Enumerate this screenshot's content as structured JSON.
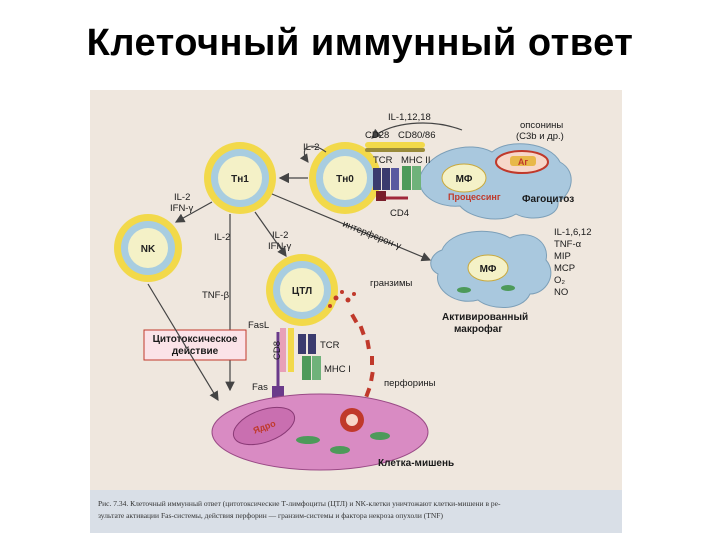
{
  "slide": {
    "title": "Клеточный иммунный ответ"
  },
  "figure": {
    "cells": {
      "th1": "Тн1",
      "th0": "Тн0",
      "nk": "NK",
      "ctl": "ЦТЛ",
      "mf": "МФ",
      "mf_activated": "МФ",
      "nucleus": "Ядро"
    },
    "labels": {
      "il_1_12_18": "IL-1,12,18",
      "opsonins_1": "опсонины",
      "opsonins_2": "(C3b и др.)",
      "ag": "Аг",
      "cd28": "CD28",
      "cd80_86": "CD80/86",
      "il2_top": "IL-2",
      "tcr_top": "TCR",
      "mhc2": "MHC II",
      "processing": "Процессинг",
      "phagocytosis": "Фагоцитоз",
      "cd4": "CD4",
      "il2_ifng_left_1": "IL-2",
      "il2_ifng_left_2": "IFN-γ",
      "il2_mid": "IL-2",
      "il2_ifng_mid_1": "IL-2",
      "il2_ifng_mid_2": "IFN-γ",
      "interferon": "интерферон-γ",
      "cytokines": [
        "IL-1,6,12",
        "TNF-α",
        "MIP",
        "MCP",
        "O₂",
        "NO"
      ],
      "granzymes": "гранзимы",
      "activated_macrophage_1": "Активированный",
      "activated_macrophage_2": "макрофаг",
      "tnf_beta": "TNF-β",
      "fasl": "FasL",
      "cd8": "CD8",
      "tcr_ctl": "TCR",
      "mhc1": "MHC I",
      "fas": "Fas",
      "perforins": "перфорины",
      "cytotoxic_1": "Цитотоксическое",
      "cytotoxic_2": "действие",
      "target_cell": "Клетка-мишень"
    },
    "caption": {
      "line1": "Рис. 7.34. Клеточный иммунный ответ (цитотоксические Т-лимфоциты (ЦТЛ) и NK-клетки уничтожают клетки-мишени в ре-",
      "line2": "зультате активации Fas-системы, действия перфорин — гранзим-системы и фактора некроза опухоли (TNF)"
    },
    "colors": {
      "background": "#efe7de",
      "caption_bg": "#d9dfe7",
      "cell_ring": "#f2d94a",
      "cell_fill": "#a8cde0",
      "macrophage": "#a9c8de",
      "target": "#d98bc3",
      "accent_red": "#c0392b"
    }
  }
}
